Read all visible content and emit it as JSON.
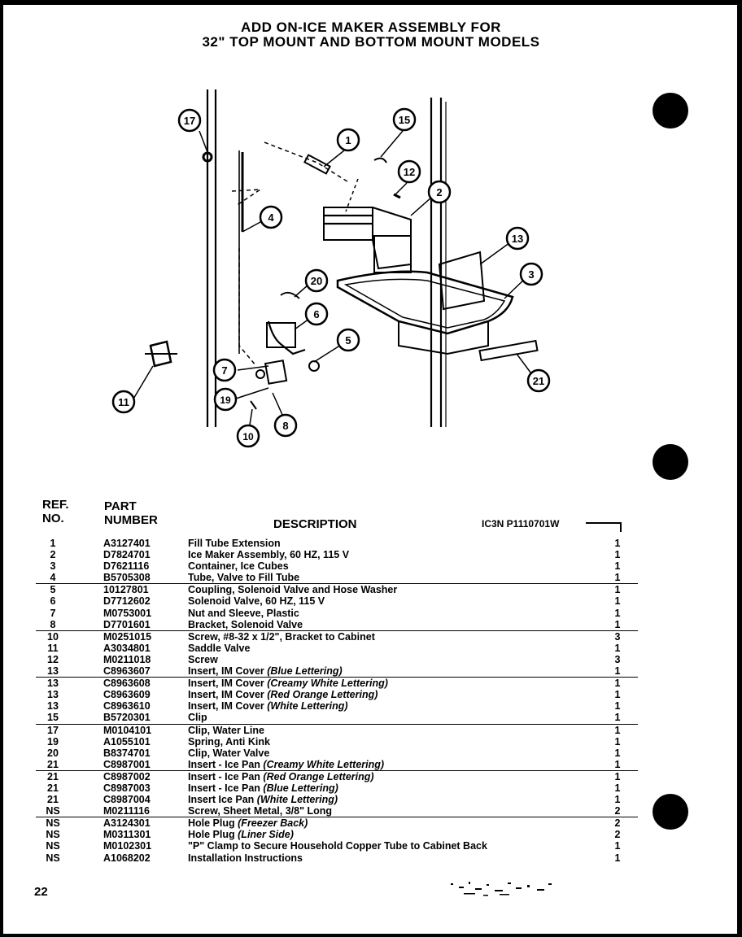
{
  "title": {
    "line1": "ADD ON-ICE MAKER ASSEMBLY FOR",
    "line2": "32\" TOP MOUNT AND BOTTOM MOUNT MODELS"
  },
  "diagram": {
    "callouts": [
      "17",
      "1",
      "15",
      "12",
      "2",
      "4",
      "13",
      "3",
      "20",
      "6",
      "5",
      "7",
      "19",
      "11",
      "21",
      "8",
      "10"
    ]
  },
  "table": {
    "header_ref": [
      "REF.",
      "NO."
    ],
    "header_part": [
      "PART",
      "NUMBER"
    ],
    "header_desc": "DESCRIPTION",
    "ref_code": "IC3N P1110701W"
  },
  "parts": [
    {
      "ref": "1",
      "part": "A3127401",
      "desc": "Fill Tube Extension",
      "qty": "1"
    },
    {
      "ref": "2",
      "part": "D7824701",
      "desc": "Ice Maker Assembly, 60 HZ, 115 V",
      "qty": "1"
    },
    {
      "ref": "3",
      "part": "D7621116",
      "desc": "Container, Ice Cubes",
      "qty": "1"
    },
    {
      "ref": "4",
      "part": "B5705308",
      "desc": "Tube, Valve to Fill Tube",
      "qty": "1"
    },
    {
      "ref": "5",
      "part": "10127801",
      "desc": "Coupling, Solenoid Valve and Hose Washer",
      "qty": "1"
    },
    {
      "ref": "6",
      "part": "D7712602",
      "desc": "Solenoid Valve, 60 HZ, 115 V",
      "qty": "1"
    },
    {
      "ref": "7",
      "part": "M0753001",
      "desc": "Nut and Sleeve, Plastic",
      "qty": "1"
    },
    {
      "ref": "8",
      "part": "D7701601",
      "desc": "Bracket, Solenoid Valve",
      "qty": "1"
    },
    {
      "ref": "10",
      "part": "M0251015",
      "desc": "Screw, #8-32 x 1/2\", Bracket to Cabinet",
      "qty": "3"
    },
    {
      "ref": "11",
      "part": "A3034801",
      "desc": "Saddle Valve",
      "qty": "1"
    },
    {
      "ref": "12",
      "part": "M0211018",
      "desc": "Screw",
      "qty": "3"
    },
    {
      "ref": "13",
      "part": "C8963607",
      "desc": "Insert, IM Cover",
      "desc_note": "(Blue Lettering)",
      "qty": "1"
    },
    {
      "ref": "13",
      "part": "C8963608",
      "desc": "Insert, IM Cover",
      "desc_note": "(Creamy White Lettering)",
      "qty": "1"
    },
    {
      "ref": "13",
      "part": "C8963609",
      "desc": "Insert, IM Cover",
      "desc_note": "(Red Orange Lettering)",
      "qty": "1"
    },
    {
      "ref": "13",
      "part": "C8963610",
      "desc": "Insert, IM Cover",
      "desc_note": "(White Lettering)",
      "qty": "1"
    },
    {
      "ref": "15",
      "part": "B5720301",
      "desc": "Clip",
      "qty": "1"
    },
    {
      "ref": "17",
      "part": "M0104101",
      "desc": "Clip, Water Line",
      "qty": "1"
    },
    {
      "ref": "19",
      "part": "A1055101",
      "desc": "Spring, Anti Kink",
      "qty": "1"
    },
    {
      "ref": "20",
      "part": "B8374701",
      "desc": "Clip, Water Valve",
      "qty": "1"
    },
    {
      "ref": "21",
      "part": "C8987001",
      "desc": "Insert - Ice Pan",
      "desc_note": "(Creamy White Lettering)",
      "qty": "1"
    },
    {
      "ref": "21",
      "part": "C8987002",
      "desc": "Insert - Ice Pan",
      "desc_note": "(Red Orange Lettering)",
      "qty": "1"
    },
    {
      "ref": "21",
      "part": "C8987003",
      "desc": "Insert - Ice Pan",
      "desc_note": "(Blue Lettering)",
      "qty": "1"
    },
    {
      "ref": "21",
      "part": "C8987004",
      "desc": "Insert Ice Pan",
      "desc_note": "(White Lettering)",
      "qty": "1"
    },
    {
      "ref": "NS",
      "part": "M0211116",
      "desc": "Screw, Sheet Metal, 3/8\" Long",
      "qty": "2"
    },
    {
      "ref": "NS",
      "part": "A3124301",
      "desc": "Hole Plug",
      "desc_note": "(Freezer Back)",
      "qty": "2"
    },
    {
      "ref": "NS",
      "part": "M0311301",
      "desc": "Hole Plug",
      "desc_note": "(Liner Side)",
      "qty": "2"
    },
    {
      "ref": "NS",
      "part": "M0102301",
      "desc": "\"P\" Clamp to Secure Household Copper Tube to Cabinet Back",
      "qty": "1"
    },
    {
      "ref": "NS",
      "part": "A1068202",
      "desc": "Installation Instructions",
      "qty": "1"
    }
  ],
  "page_number": "22"
}
